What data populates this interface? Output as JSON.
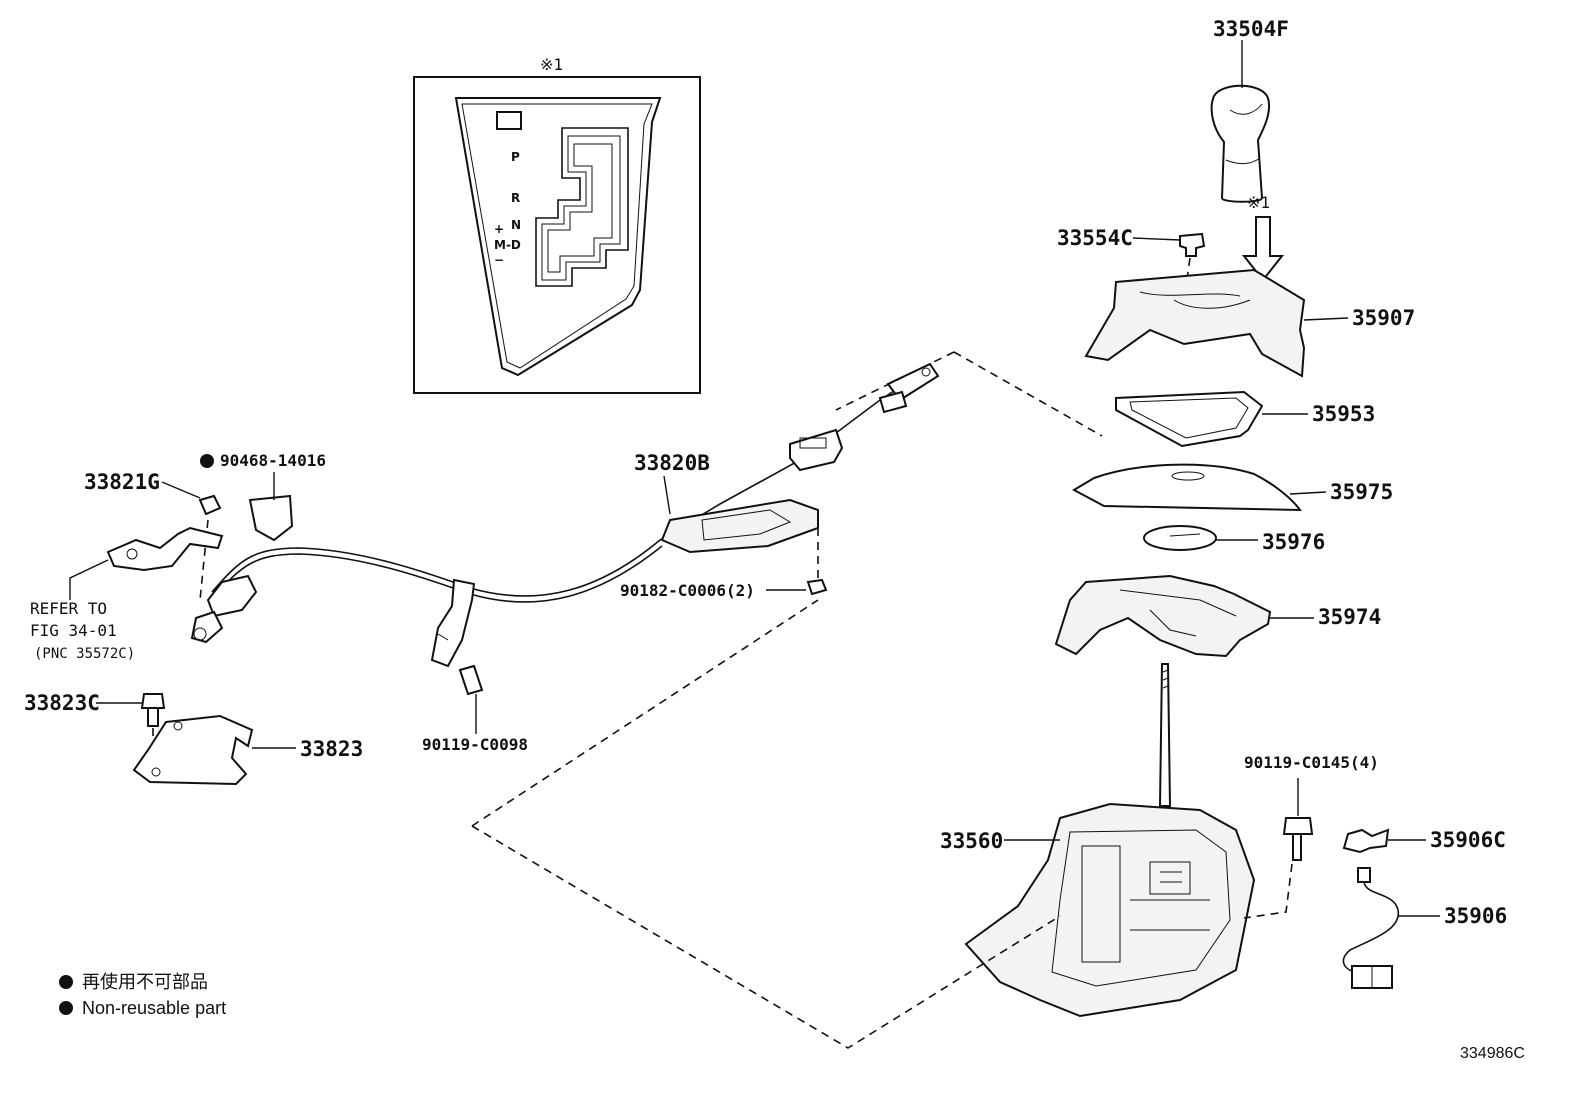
{
  "labels": {
    "p33504F": "33504F",
    "p33554C": "33554C",
    "p35907": "35907",
    "p35953": "35953",
    "p35975": "35975",
    "p35976": "35976",
    "p35974": "35974",
    "p33820B": "33820B",
    "p90182": "90182-C0006(2)",
    "p90468": "90468-14016",
    "p33821G": "33821G",
    "p33823C": "33823C",
    "p33823": "33823",
    "p90119_98": "90119-C0098",
    "p90119_145": "90119-C0145(4)",
    "p33560": "33560",
    "p35906C": "35906C",
    "p35906": "35906"
  },
  "reference": {
    "line1": "REFER TO",
    "line2": "FIG 34-01",
    "line3": "(PNC 35572C)"
  },
  "inset": {
    "marker": "※1",
    "gate_p": "P",
    "gate_r": "R",
    "gate_n": "N",
    "gate_md": "M-D",
    "gate_plus": "+",
    "gate_minus": "−"
  },
  "arrow_marker": "※1",
  "legend": {
    "line_jp": "再使用不可部品",
    "line_en": "Non-reusable part"
  },
  "figure_code": "334986C"
}
